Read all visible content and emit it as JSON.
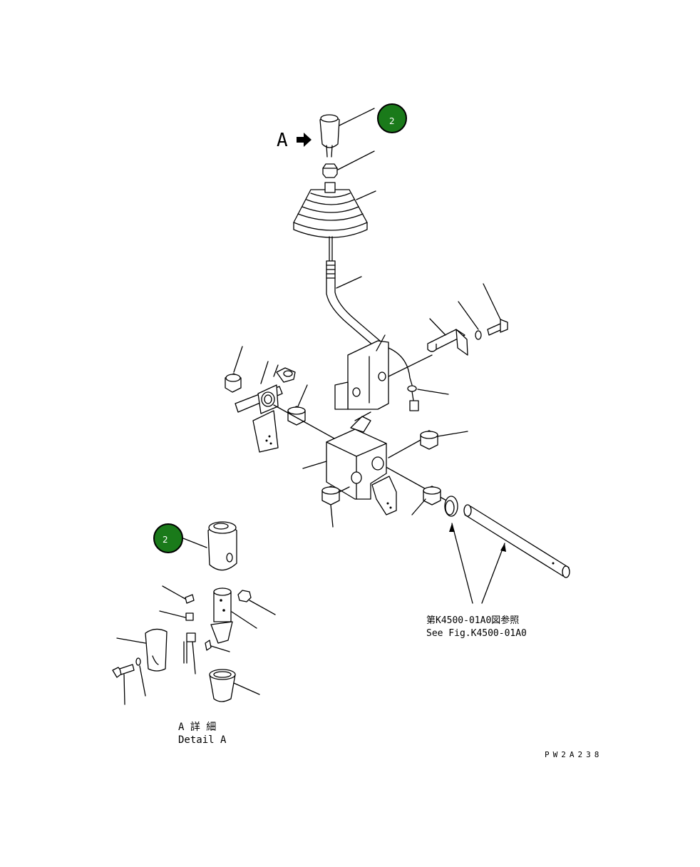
{
  "diagram": {
    "view_label": "A",
    "callout_badges": [
      {
        "label": "2",
        "color": "#1a7a1a"
      },
      {
        "label": "2",
        "color": "#1a7a1a"
      }
    ],
    "reference_note": {
      "japanese": "第K4500-01A0図参照",
      "english": "See Fig.K4500-01A0"
    },
    "detail_caption": {
      "japanese": "A 詳 細",
      "english": "Detail A"
    },
    "drawing_code": "PW2A238"
  }
}
